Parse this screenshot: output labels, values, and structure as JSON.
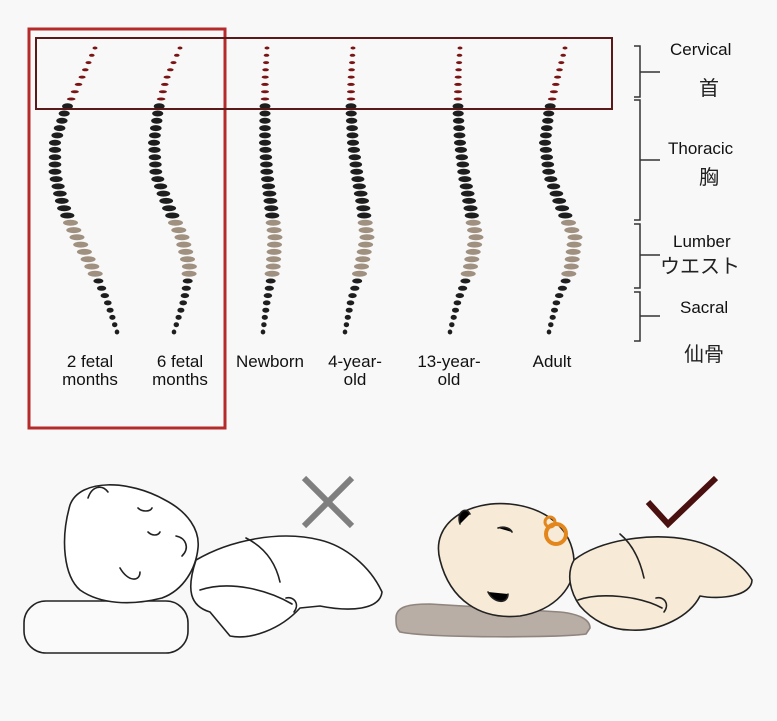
{
  "stages": [
    {
      "label": "2 fetal\nmonths"
    },
    {
      "label": "6 fetal\nmonths"
    },
    {
      "label": "Newborn"
    },
    {
      "label": "4-year-\nold"
    },
    {
      "label": "13-year-\nold"
    },
    {
      "label": "Adult"
    }
  ],
  "segments": [
    {
      "en": "Cervical",
      "jp": "首"
    },
    {
      "en": "Thoracic",
      "jp": "胸"
    },
    {
      "en": "Lumber",
      "jp": "ウエスト"
    },
    {
      "en": "Sacral",
      "jp": "仙骨"
    }
  ],
  "colors": {
    "cervical": "#7a1414",
    "thoracic": "#1e1e1e",
    "lumbar": "#a09080",
    "sacral": "#1e1e1e",
    "fetal_box": "#b52a2a",
    "cervical_box": "#5a1a1a",
    "wrong_mark": "#7f7f7f",
    "right_mark": "#4a0f0f",
    "baby_skin": "#f7ead6",
    "pillow_good": "#b9aea6",
    "pacifier": "#e3871d"
  },
  "comparison": [
    {
      "verdict": "wrong",
      "icon": "cross-icon"
    },
    {
      "verdict": "right",
      "icon": "check-icon"
    }
  ]
}
